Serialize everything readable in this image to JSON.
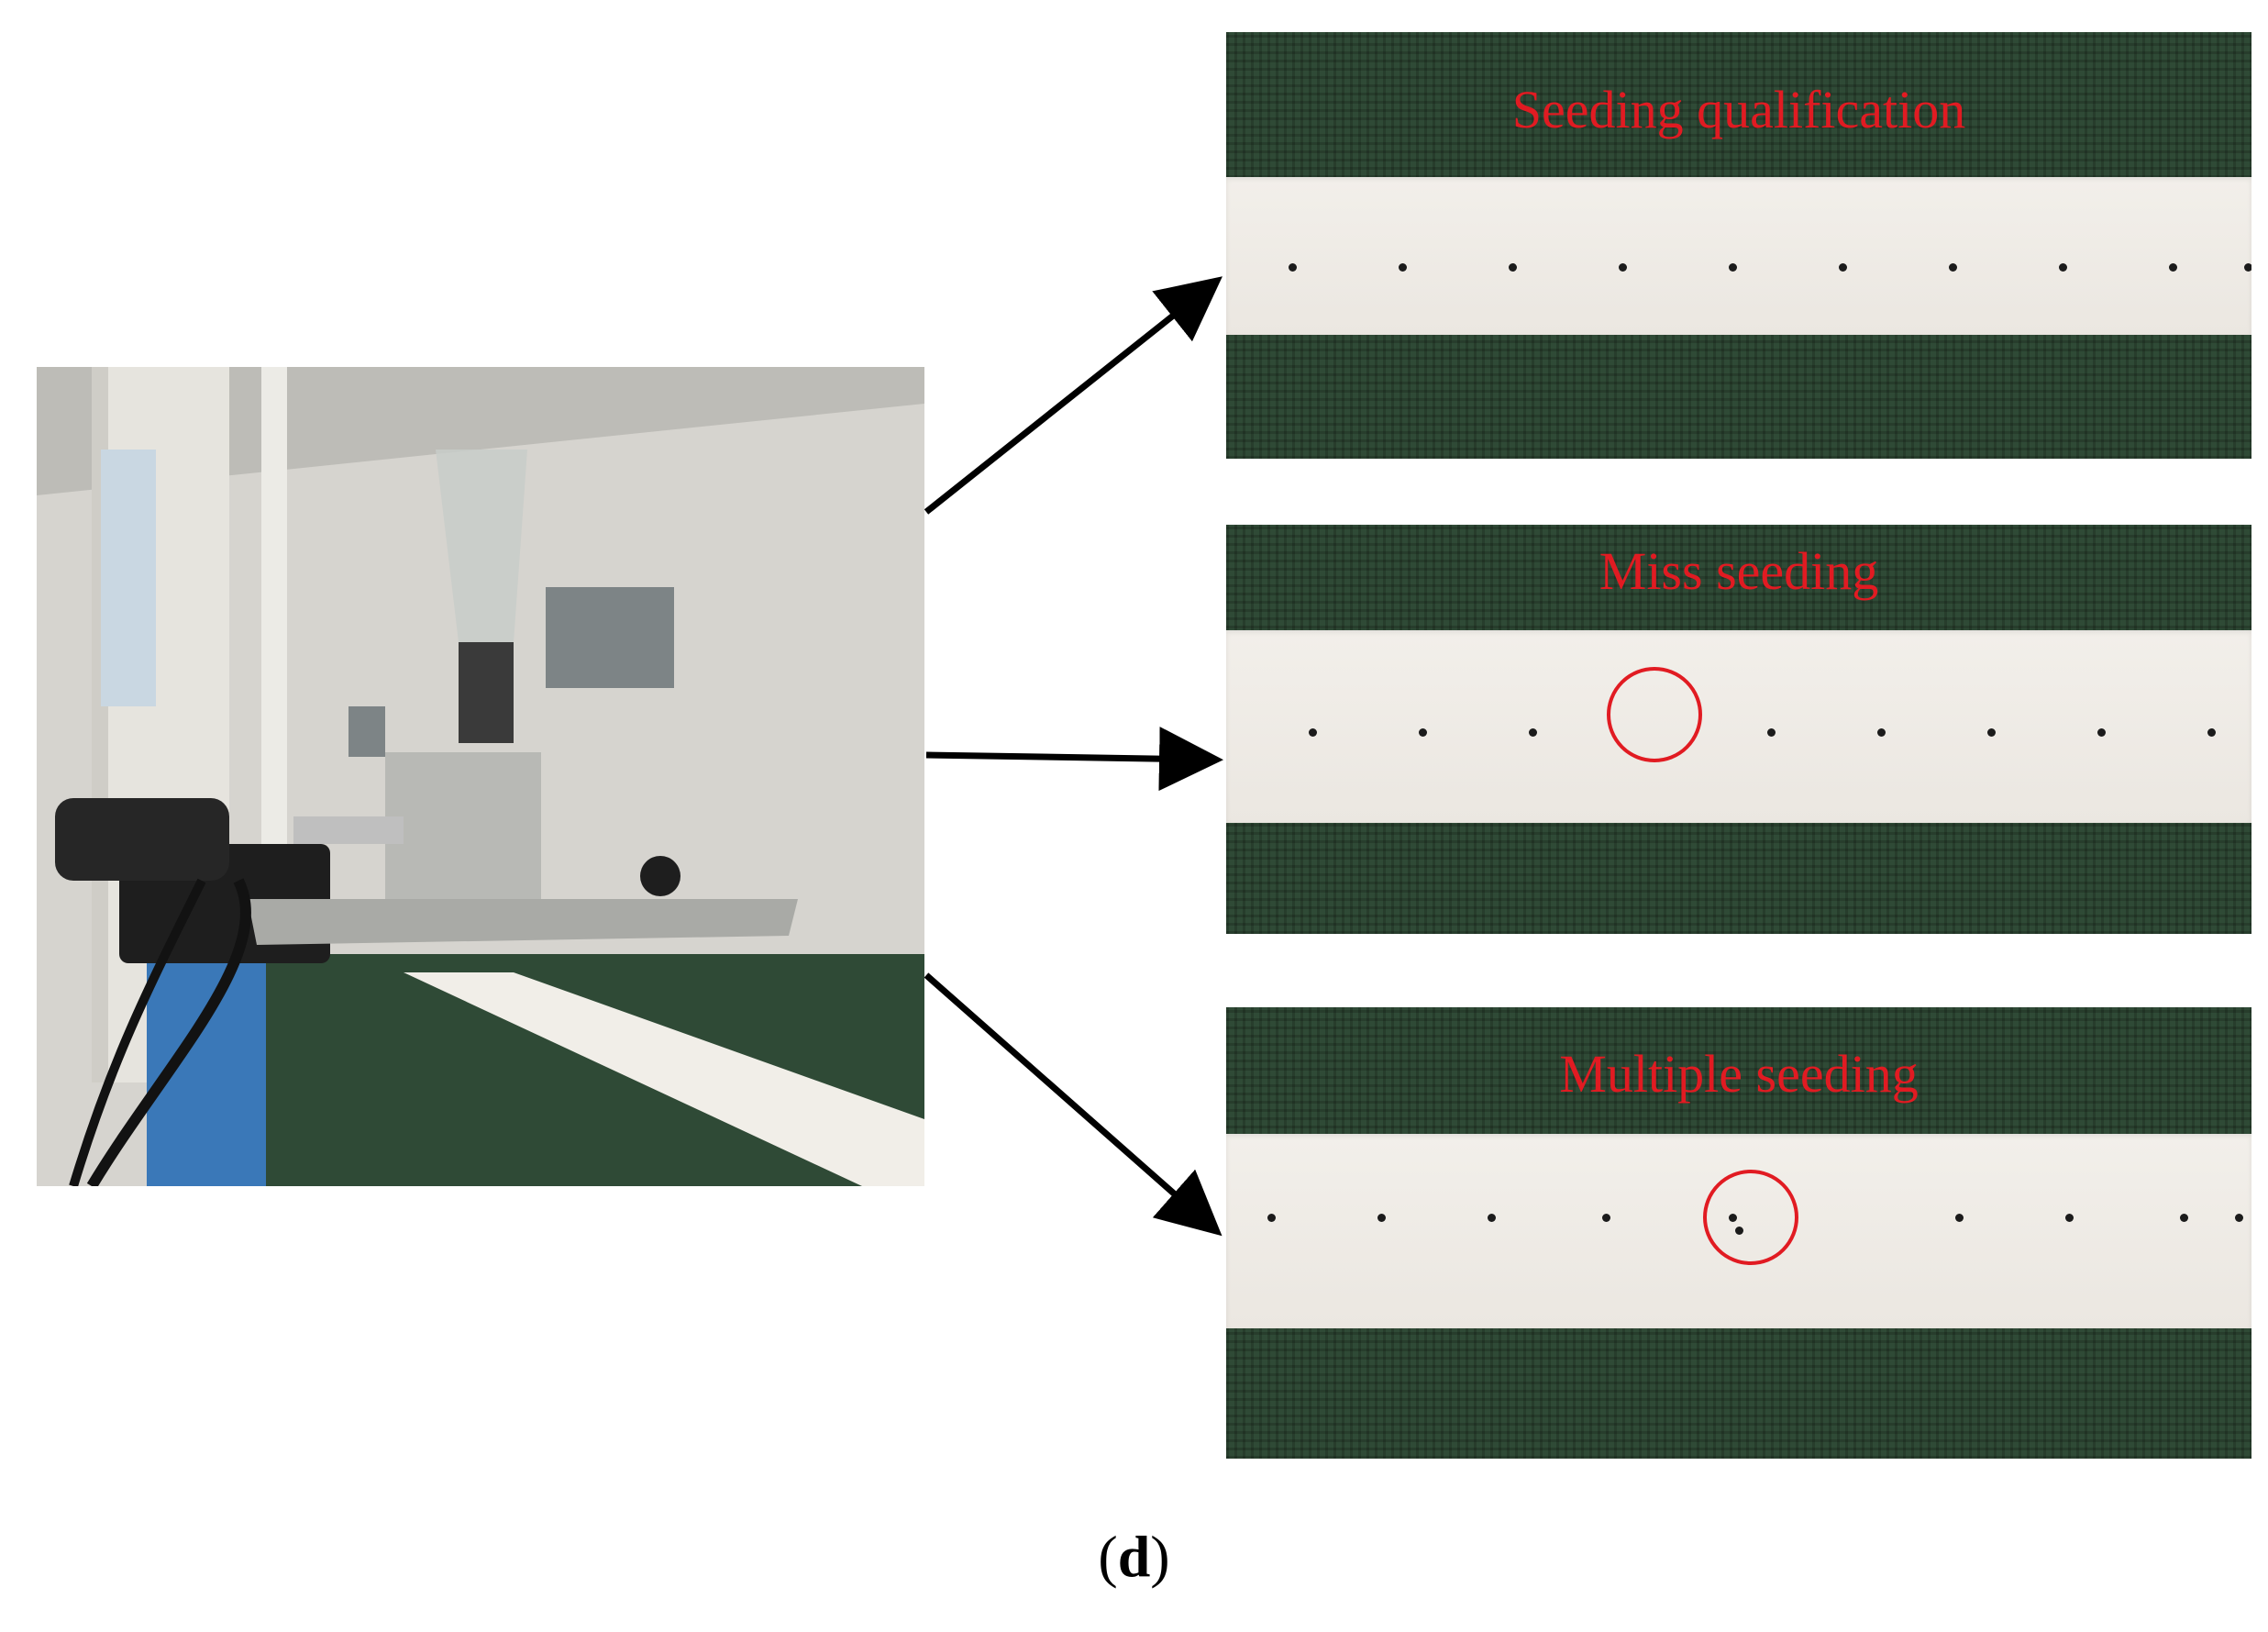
{
  "photo": {
    "description_icon": "seeding-machine-photo"
  },
  "panels": [
    {
      "label": "Seeding qualification",
      "seed_count": 10,
      "icon": "seed-row-qualified"
    },
    {
      "label": "Miss seeding",
      "seed_count": 8,
      "icon": "seed-row-missing"
    },
    {
      "label": "Multiple seeding",
      "seed_count": 10,
      "icon": "seed-row-multiple"
    }
  ],
  "caption": {
    "open": "(",
    "letter": "d",
    "close": ")"
  },
  "colors": {
    "label_red": "#e11b22",
    "belt_green": "#2f4a36",
    "strip_white": "#efebe5"
  }
}
